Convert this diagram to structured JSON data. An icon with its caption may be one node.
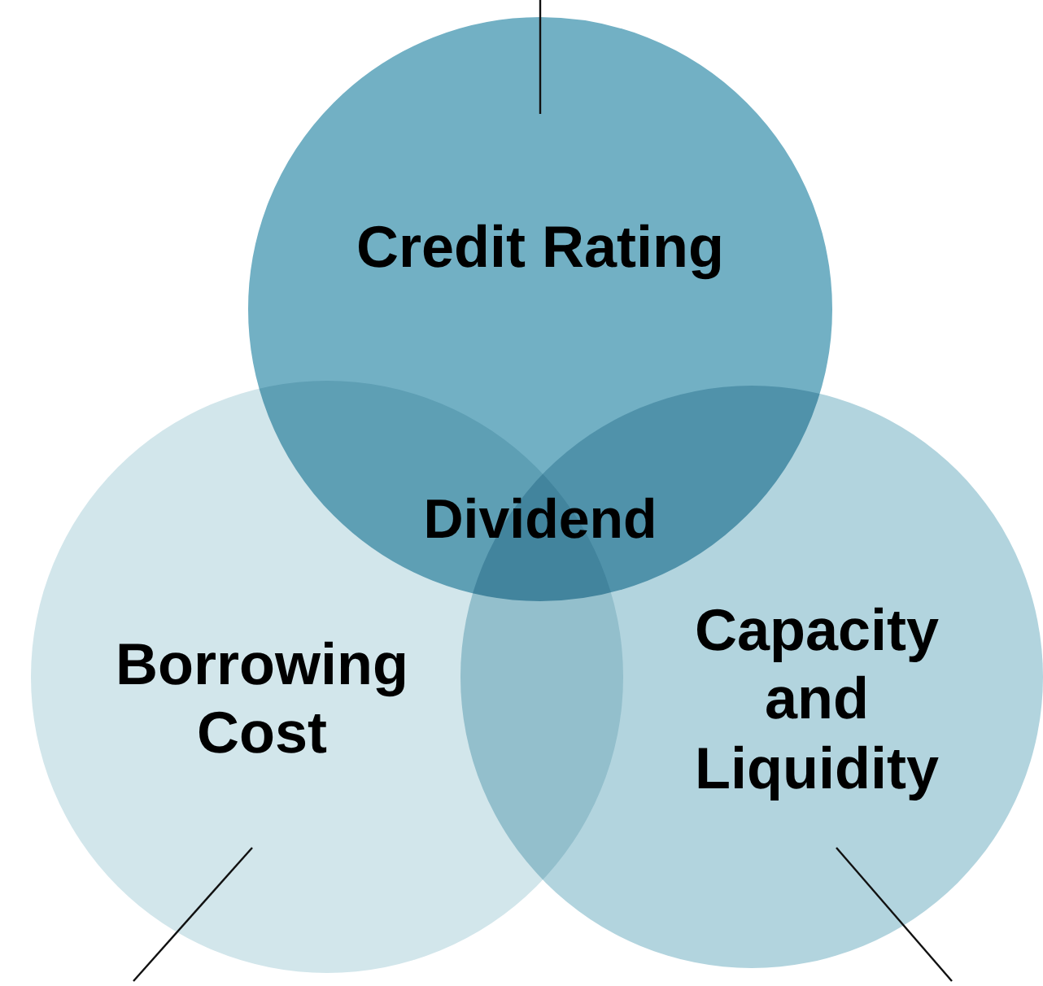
{
  "diagram": {
    "nodes": [
      {
        "text": [
          "Credit Rating"
        ]
      },
      {
        "text": [
          "Borrowing Cost"
        ]
      },
      {
        "text": [
          "Capacity and Liquidity"
        ]
      }
    ],
    "edges": [
      {
        "from": 0,
        "to": null,
        "arrow": "none"
      },
      {
        "from": 1,
        "to": null,
        "arrow": "none"
      },
      {
        "from": 2,
        "to": null,
        "arrow": "none"
      }
    ],
    "labels": [
      "Dividend"
    ]
  }
}
